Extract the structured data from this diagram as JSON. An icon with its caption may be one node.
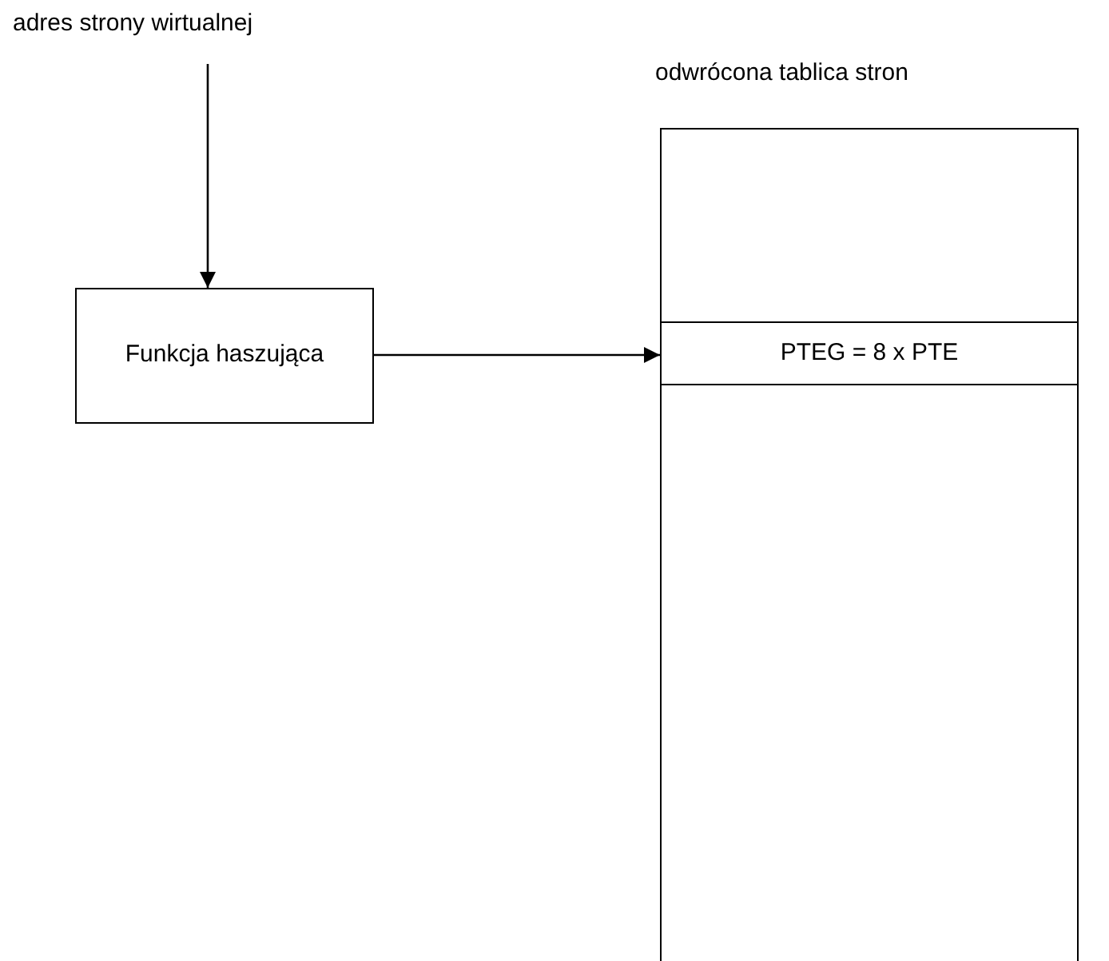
{
  "diagram": {
    "nodes": [
      {
        "text": [
          "adres strony wirtualnej"
        ]
      },
      {
        "text": [
          "Funkcja haszująca"
        ]
      },
      {
        "text": [
          "odwrócona tablica stron"
        ]
      },
      {
        "text": [
          "PTEG = 8 x PTE"
        ],
        "in": 2
      }
    ],
    "edges": [
      {
        "from": 0,
        "to": 1,
        "arrow": "to"
      },
      {
        "from": 1,
        "to": 3,
        "arrow": "to"
      }
    ]
  }
}
